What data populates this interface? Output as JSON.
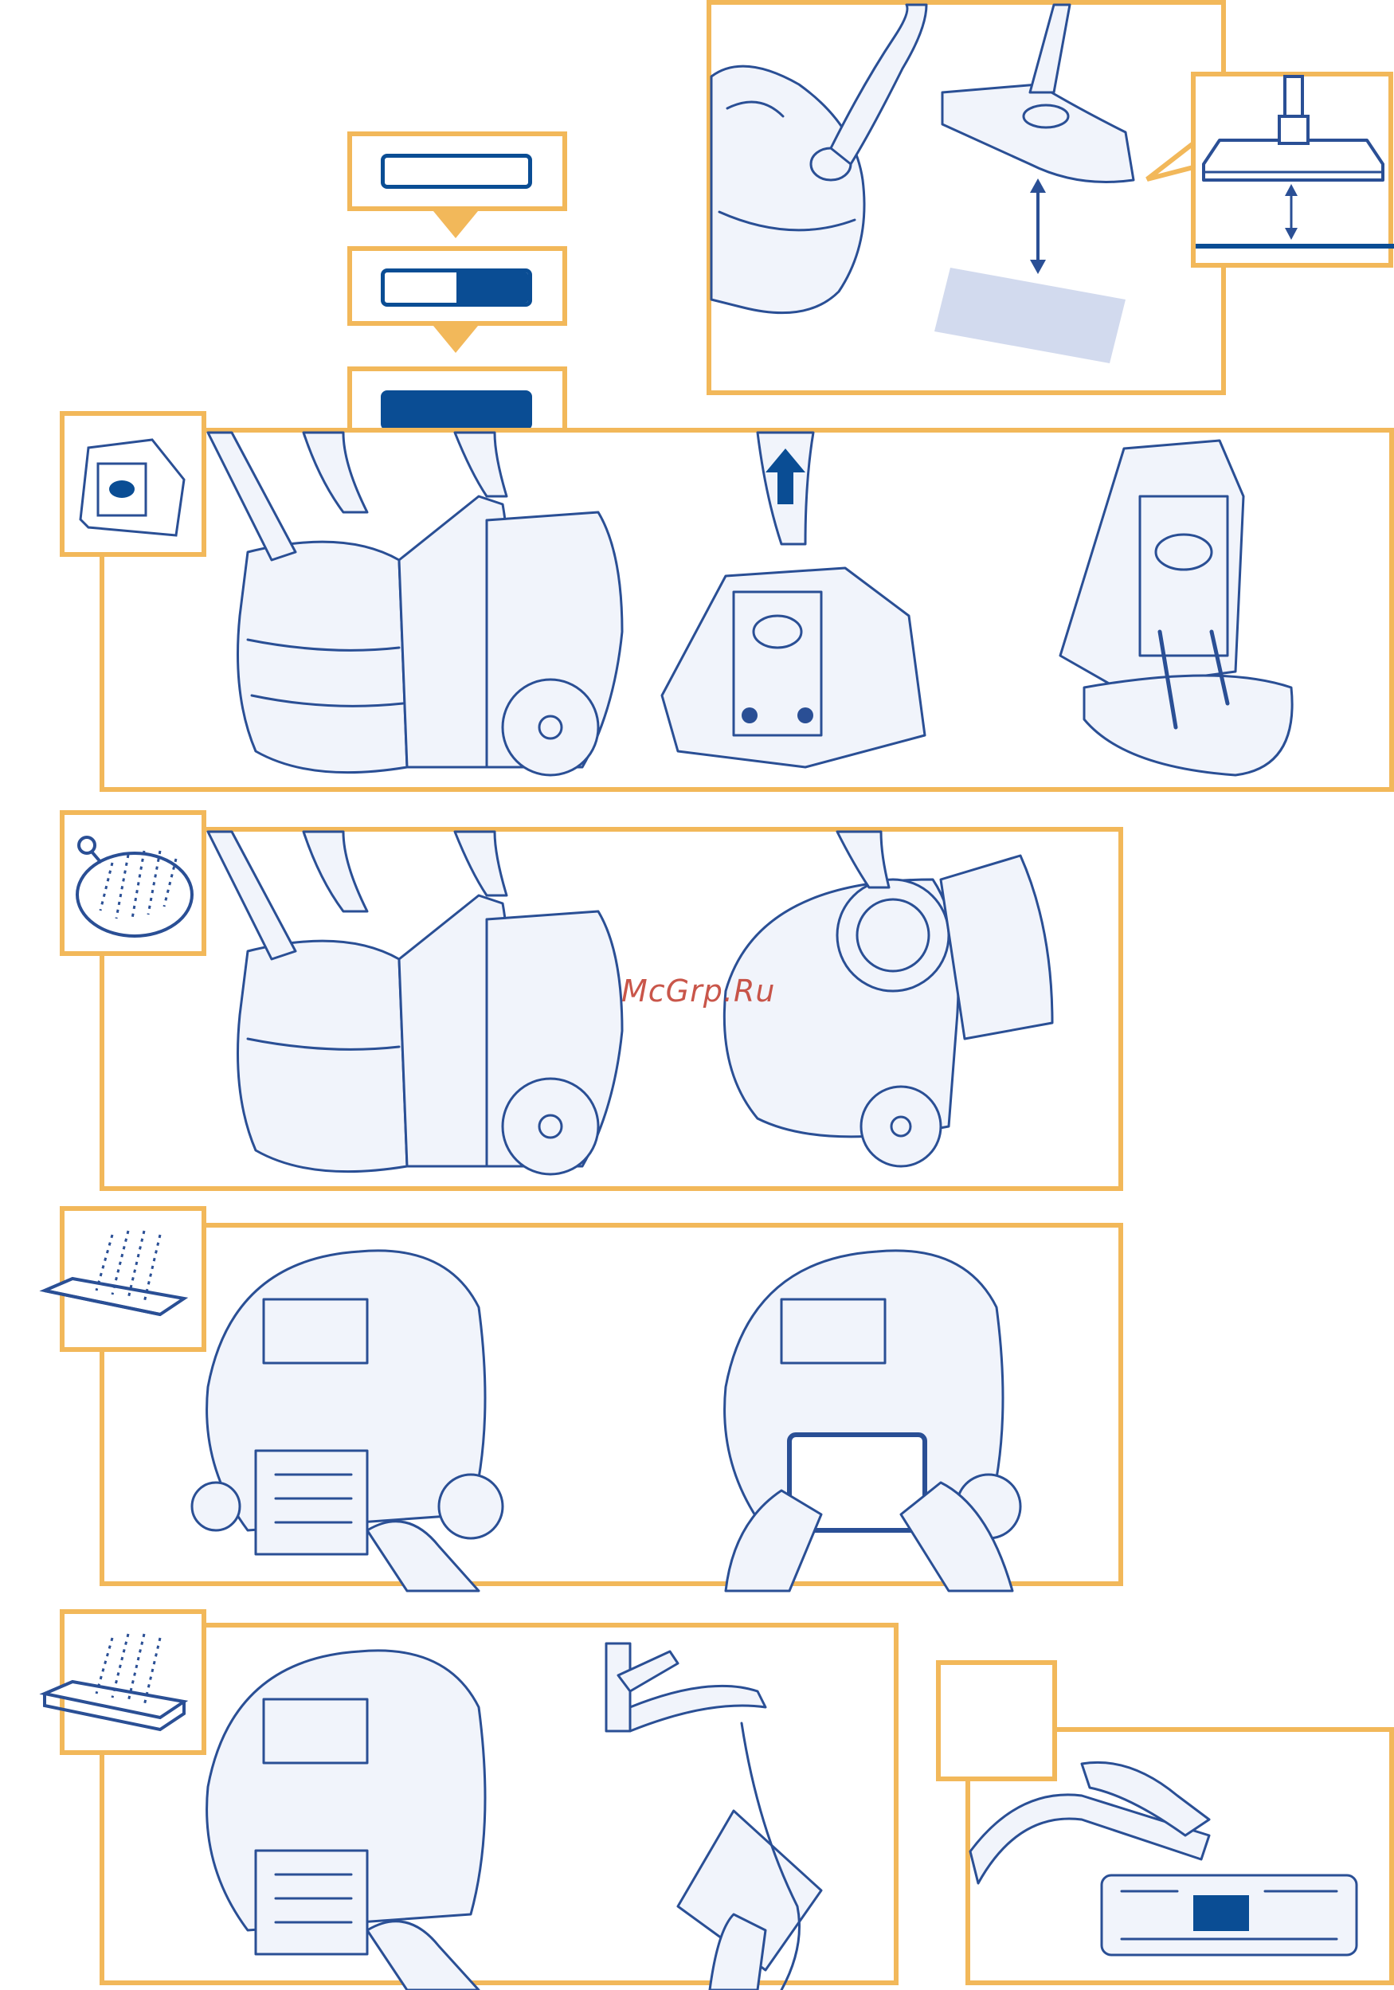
{
  "watermark": {
    "text": "McGrp.Ru"
  },
  "colors": {
    "frame": "#f2b85a",
    "ink": "#2a4f95",
    "indicator": "#0a4d94"
  },
  "indicator": {
    "levels": [
      "empty",
      "half",
      "full"
    ]
  },
  "sections": [
    {
      "name": "nozzle-height",
      "icon": "floor-nozzle-height-icon"
    },
    {
      "name": "dust-bag",
      "icon": "dust-bag-icon"
    },
    {
      "name": "motor-filter",
      "icon": "round-filter-icon"
    },
    {
      "name": "exhaust-filter",
      "icon": "flat-filter-icon"
    },
    {
      "name": "washable-filter",
      "icon": "washable-filter-icon"
    },
    {
      "name": "nozzle-cleaning",
      "icon": "empty-icon-box"
    }
  ]
}
